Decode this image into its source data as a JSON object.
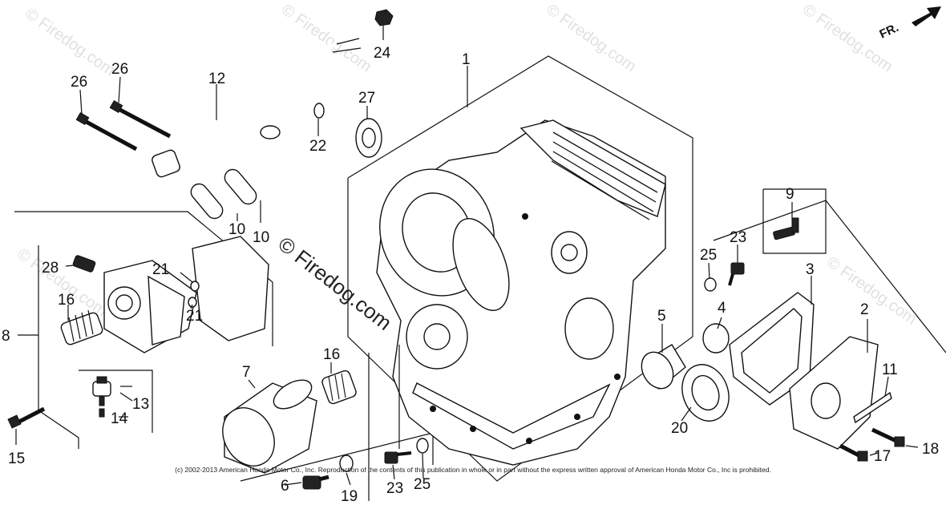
{
  "diagram": {
    "fr_label": "FR.",
    "copyright": "(c) 2002-2013 American Honda Motor Co., Inc. Reproduction of the contents of this publication in whole or in part without the express written approval of American Honda Motor Co., Inc is prohibited.",
    "watermark_center": "© Firedog.com",
    "watermark_small": "© Firedog.com",
    "callouts": {
      "c1": "1",
      "c2": "2",
      "c3": "3",
      "c4": "4",
      "c5": "5",
      "c6": "6",
      "c7": "7",
      "c8": "8",
      "c9": "9",
      "c10a": "10",
      "c10b": "10",
      "c11": "11",
      "c12": "12",
      "c13": "13",
      "c14": "14",
      "c15": "15",
      "c16a": "16",
      "c16b": "16",
      "c17": "17",
      "c18": "18",
      "c19": "19",
      "c20": "20",
      "c21a": "21",
      "c21b": "21",
      "c22": "22",
      "c23a": "23",
      "c23b": "23",
      "c24": "24",
      "c25a": "25",
      "c25b": "25",
      "c26a": "26",
      "c26b": "26",
      "c27": "27",
      "c28": "28"
    }
  }
}
